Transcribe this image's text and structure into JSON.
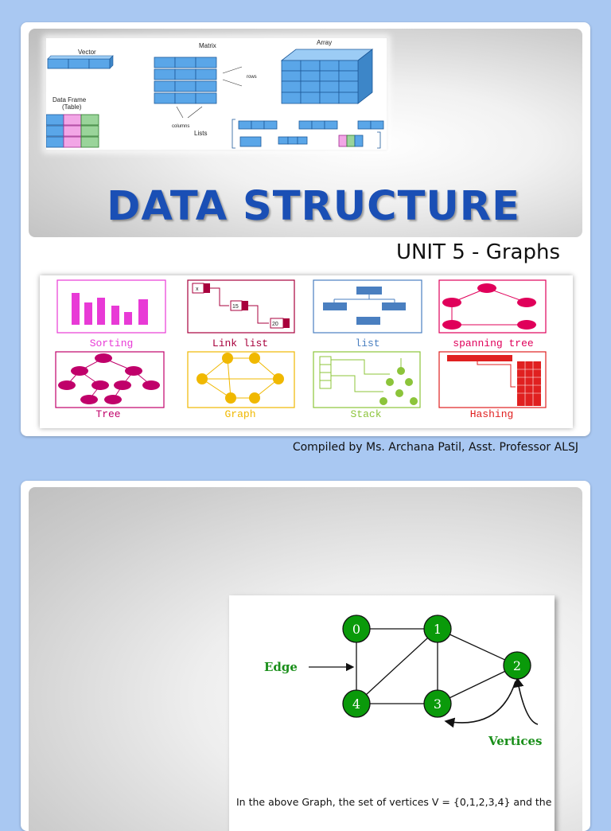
{
  "slide1": {
    "title": "DATA STRUCTURE",
    "subtitle": "UNIT 5 - Graphs",
    "credit": "Compiled by Ms. Archana Patil, Asst. Professor ALSJ",
    "ds_image": {
      "vector": "Vector",
      "matrix": "Matrix",
      "array": "Array",
      "rows": "rows",
      "columns": "columns",
      "data_frame": "Data Frame",
      "table": "(Table)",
      "lists": "Lists"
    },
    "grid_labels": [
      "Sorting",
      "Link list",
      "list",
      "spanning tree",
      "Tree",
      "Graph",
      "Stack",
      "Hashing"
    ],
    "link_nodes": [
      "x",
      "15",
      "20"
    ]
  },
  "slide2": {
    "graph": {
      "vertices": [
        "0",
        "1",
        "2",
        "3",
        "4"
      ],
      "edge_label": "Edge",
      "vertices_label": "Vertices",
      "caption": "In the above Graph, the set of vertices V = {0,1,2,3,4} and the"
    }
  },
  "colors": {
    "background": "#a9c8f2",
    "title": "#1a4fb5",
    "node_green": "#0a9a0a",
    "label_green": "#1a8f1a",
    "sorting": "#e83ad6",
    "linklist": "#a8003c",
    "list": "#4a7fc0",
    "spanning": "#e0005a",
    "tree": "#c0006a",
    "graph": "#f0b800",
    "stack": "#8cc43a",
    "hashing": "#e02020"
  }
}
